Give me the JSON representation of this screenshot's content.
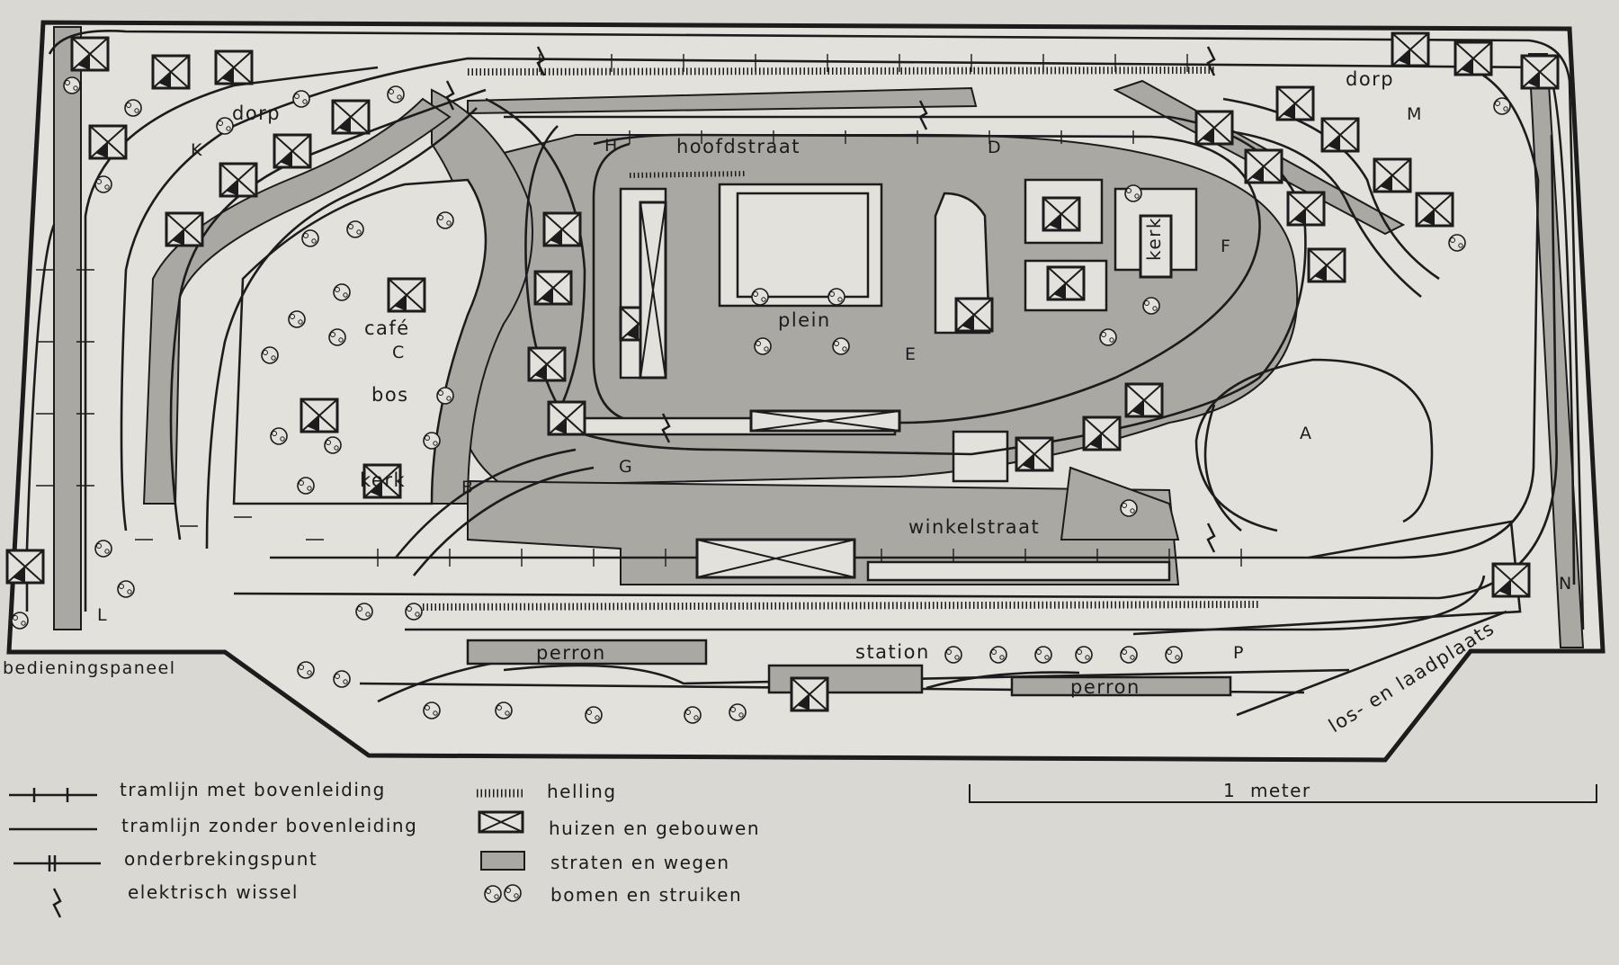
{
  "colors": {
    "paper": "#d9d8d3",
    "ink": "#1c1c1c",
    "street": "#a9a8a3",
    "table": "#e2e1dc"
  },
  "layout_labels": {
    "dorp_left": "dorp",
    "dorp_right": "dorp",
    "K": "K",
    "H": "H",
    "D": "D",
    "hoofdstraat": "hoofdstraat",
    "M": "M",
    "F": "F",
    "kerk_right": "kerk",
    "plein": "plein",
    "E": "E",
    "cafe": "café",
    "C": "C",
    "bos": "bos",
    "kerk_left": "kerk",
    "B": "B",
    "G": "G",
    "A": "A",
    "winkelstraat": "winkelstraat",
    "L": "L",
    "N": "N",
    "perron_left": "perron",
    "station": "station",
    "P": "P",
    "perron_right": "perron",
    "los_laadplaats": "los- en laadplaats",
    "bedieningspaneel": "bedieningspaneel"
  },
  "legend": [
    {
      "symbol": "track-catenary-icon",
      "label": "tramlijn met bovenleiding"
    },
    {
      "symbol": "track-plain-icon",
      "label": "tramlijn zonder bovenleiding"
    },
    {
      "symbol": "isolation-point-icon",
      "label": "onderbrekingspunt"
    },
    {
      "symbol": "electric-switch-icon",
      "label": "elektrisch wissel"
    },
    {
      "symbol": "incline-icon",
      "label": "helling"
    },
    {
      "symbol": "building-icon",
      "label": "huizen en gebouwen"
    },
    {
      "symbol": "street-icon",
      "label": "straten en wegen"
    },
    {
      "symbol": "tree-icon",
      "label": "bomen en struiken"
    }
  ],
  "scale": {
    "label": "1  meter"
  }
}
